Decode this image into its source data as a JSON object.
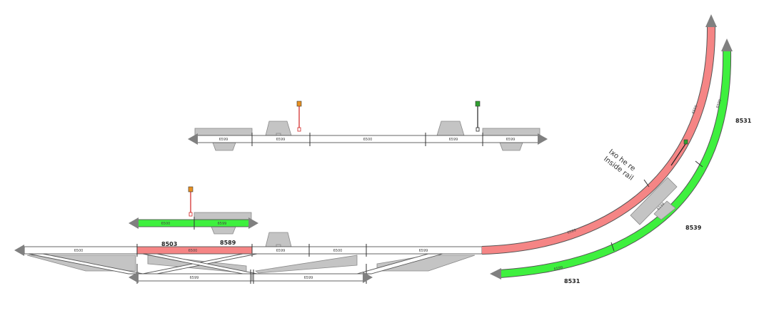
{
  "sections": {
    "upper_left": "6599",
    "upper_mid_left": "6599",
    "upper_center": "6500",
    "upper_mid_right": "6599",
    "upper_right": "6599",
    "siding_left": "6500",
    "siding_right": "6599",
    "lower_left": "6500",
    "lower_red": "6500",
    "lower_mid1": "6599",
    "lower_mid2": "6500",
    "lower_mid3": "6599",
    "bottom_left": "6599",
    "bottom_right": "6599",
    "curve_red_lower": "6599",
    "curve_red_upper": "6599",
    "curve_green_upper": "6599",
    "curve_green_lower": "6599",
    "curve_green_platform": "6599"
  },
  "labels": {
    "label_8503": "8503",
    "label_8589": "8589",
    "label_8531_top": "8531",
    "label_8539": "8539",
    "label_8531_bottom": "8531"
  },
  "note": {
    "line1": "Ixo he re",
    "line2": "Inside rail"
  },
  "colors": {
    "occupied_red": "#f58585",
    "occupied_green": "#3ef03e",
    "platform": "#c4c4c4",
    "arrow": "#808080"
  }
}
